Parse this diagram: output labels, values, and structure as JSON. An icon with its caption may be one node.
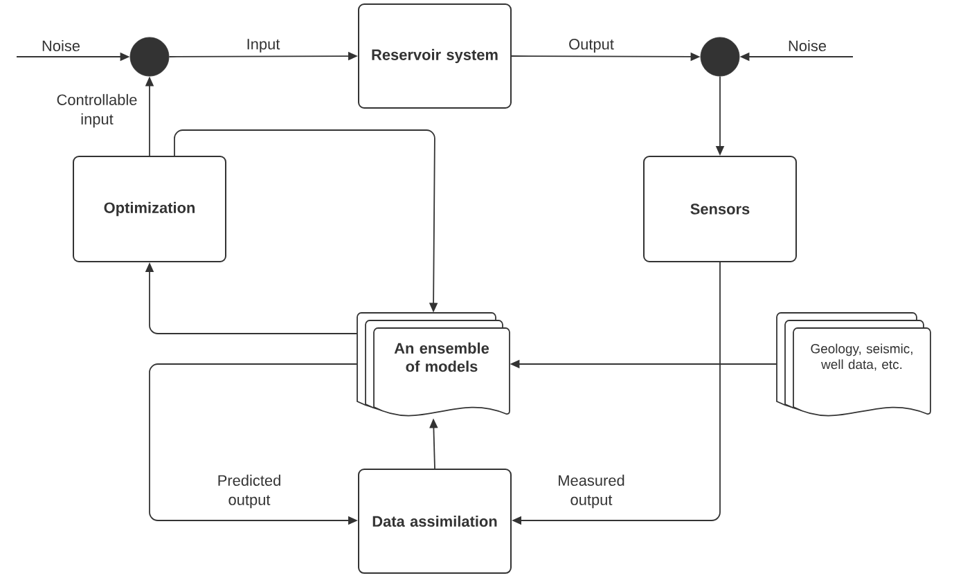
{
  "diagram": {
    "nodes": [
      {
        "text": [],
        "shape": "circle"
      },
      {
        "text": [
          "Reservoir system"
        ]
      },
      {
        "text": [],
        "shape": "circle"
      },
      {
        "text": [
          "Optimization"
        ]
      },
      {
        "text": [
          "Sensors"
        ]
      },
      {
        "text": [
          "An ensemble of models"
        ]
      },
      {
        "text": [
          "Geology, seismic, well data, etc."
        ]
      },
      {
        "text": [
          "Data assimilation"
        ]
      }
    ],
    "edges": [
      {
        "from": null,
        "to": 0,
        "arrow": "to",
        "label": "Noise"
      },
      {
        "from": 0,
        "to": 1,
        "arrow": "to",
        "label": "Input"
      },
      {
        "from": 1,
        "to": 2,
        "arrow": "to",
        "label": "Output"
      },
      {
        "from": null,
        "to": 2,
        "arrow": "to",
        "label": "Noise"
      },
      {
        "from": 2,
        "to": 4,
        "arrow": "to"
      },
      {
        "from": 3,
        "to": 0,
        "arrow": "to",
        "label": "Controllable input"
      },
      {
        "from": 3,
        "to": 5,
        "arrow": "to"
      },
      {
        "from": 5,
        "to": 3,
        "arrow": "to"
      },
      {
        "from": 6,
        "to": 5,
        "arrow": "to"
      },
      {
        "from": 5,
        "to": 7,
        "arrow": "to",
        "label": "Predicted output"
      },
      {
        "from": 7,
        "to": 5,
        "arrow": "to"
      },
      {
        "from": 4,
        "to": 7,
        "arrow": "to",
        "label": "Measured output"
      }
    ]
  }
}
